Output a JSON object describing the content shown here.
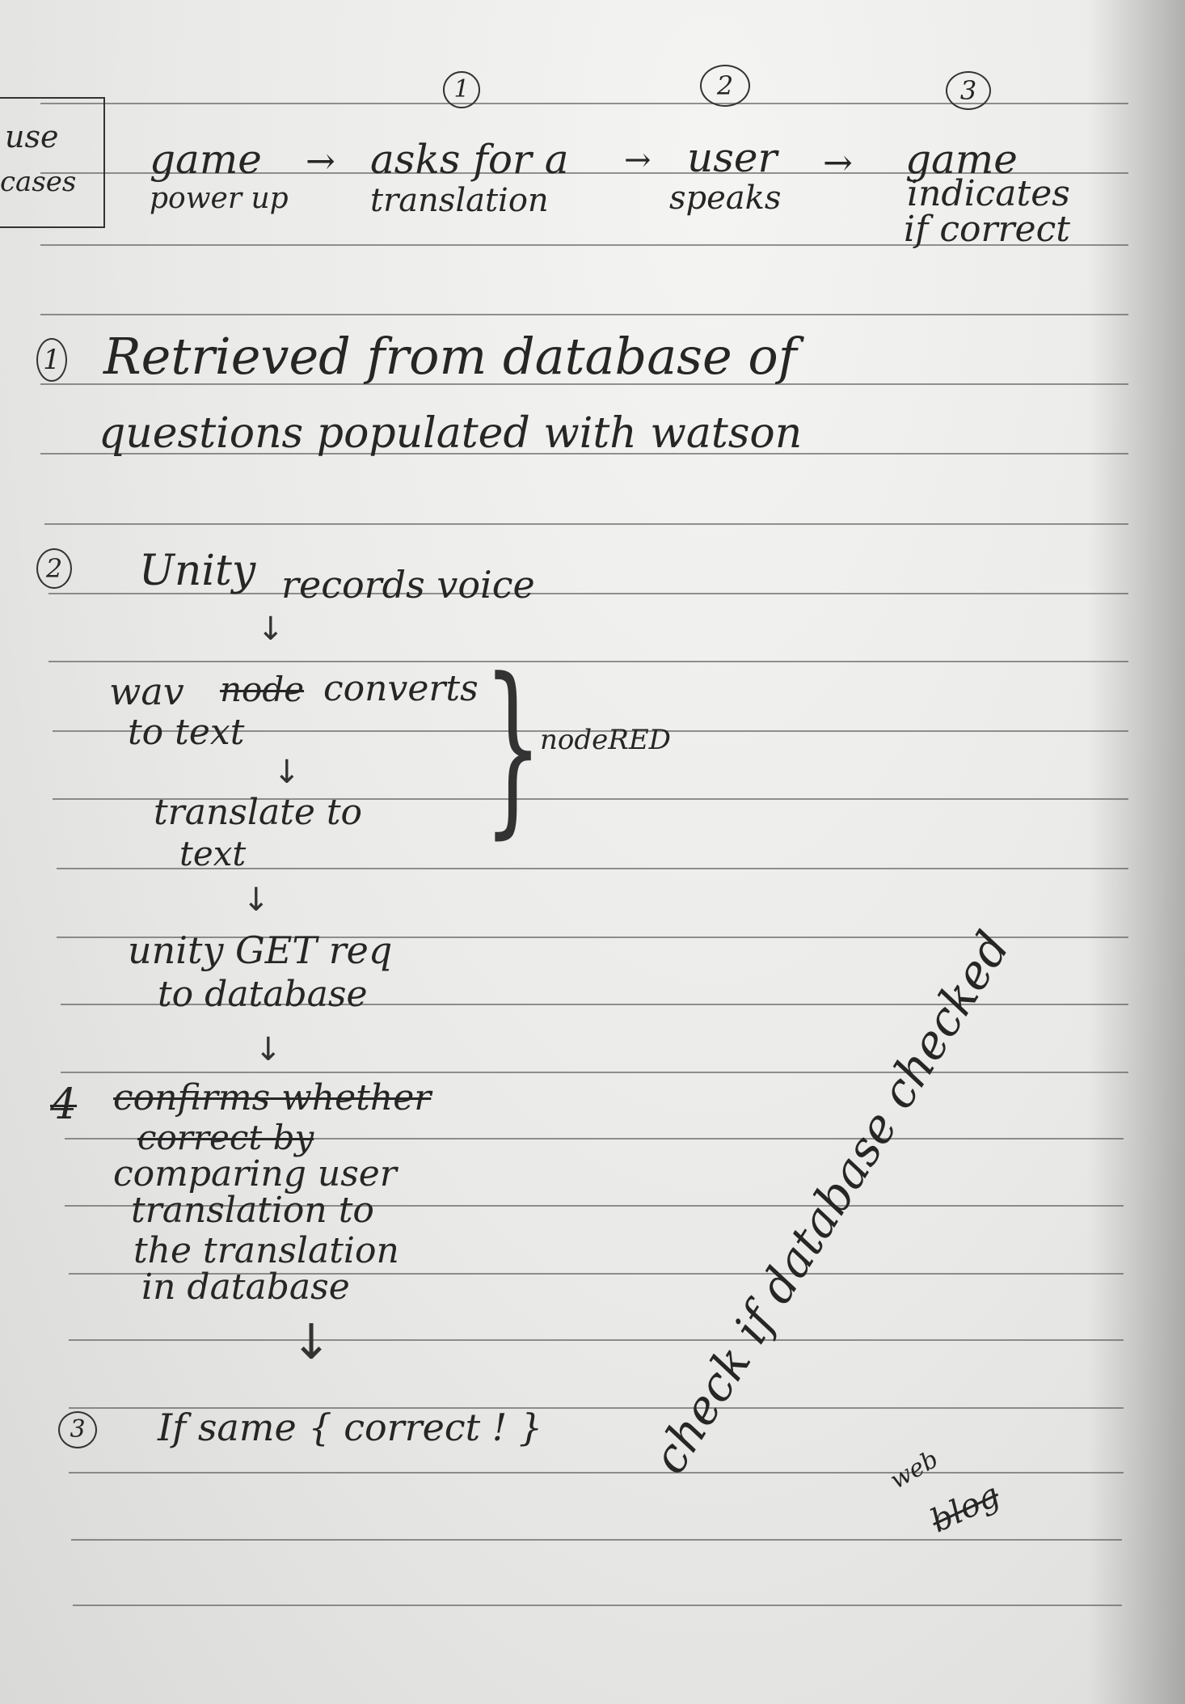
{
  "use_cases": {
    "label_line1": "use",
    "label_line2": "cases",
    "step_numbers": [
      "1",
      "2",
      "3"
    ],
    "flow": [
      {
        "line1": "game",
        "line2": "power up"
      },
      {
        "line1": "asks for a",
        "line2": "translation"
      },
      {
        "line1": "user",
        "line2": "speaks"
      },
      {
        "line1": "game",
        "line2": "indicates",
        "line3": "if correct"
      }
    ],
    "arrow": "→"
  },
  "note1": {
    "number": "1",
    "line1": "Retrieved from database of",
    "line2": "questions populated with watson"
  },
  "note2": {
    "number": "2",
    "unity": "Unity",
    "records": "records voice",
    "wav_line1_a": "wav",
    "wav_struck": "node",
    "wav_line1_b": "converts",
    "wav_line2": "to text",
    "translate_line1": "translate to",
    "translate_line2": "text",
    "brace_label": "nodeRED",
    "get_line1": "unity GET req",
    "get_line2": "to database",
    "cross_mark": "4",
    "struck_line1": "confirms whether",
    "struck_line2": "correct by",
    "comp_line1": "comparing user",
    "comp_line2": "translation to",
    "comp_line3": "the translation",
    "comp_line4": "in database"
  },
  "note3": {
    "number": "3",
    "text": "If same { correct ! }"
  },
  "diagonal_note": "check if database checked",
  "corner_note": {
    "line1": "web",
    "line2": "blog"
  }
}
